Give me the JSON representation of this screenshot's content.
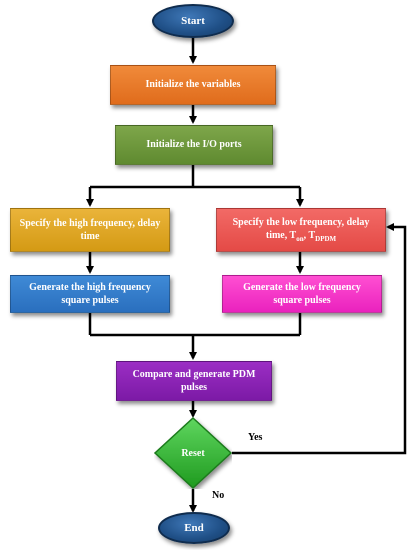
{
  "nodes": {
    "start": "Start",
    "init_vars": "Initialize the variables",
    "init_io": "Initialize the I/O ports",
    "spec_high": "Specify the high frequency, delay time",
    "spec_low_text": "Specify the low frequency, delay time, T",
    "spec_low_sub1": "on",
    "spec_low_sep": ", T",
    "spec_low_sub2": "DPDM",
    "gen_high": "Generate the high frequency square pulses",
    "gen_low": "Generate the low frequency square pulses",
    "compare": "Compare and generate PDM pulses",
    "reset": "Reset",
    "end": "End"
  },
  "edges": {
    "yes": "Yes",
    "no": "No"
  },
  "colors": {
    "oval": "#1f4f86",
    "init_vars": "#e06c1c",
    "init_io": "#5f8a30",
    "spec_high": "#d49a14",
    "spec_low": "#e44a46",
    "gen_high": "#2a6fbe",
    "gen_low": "#ea22be",
    "compare": "#7c1aa6",
    "reset": "#2fb52f"
  }
}
